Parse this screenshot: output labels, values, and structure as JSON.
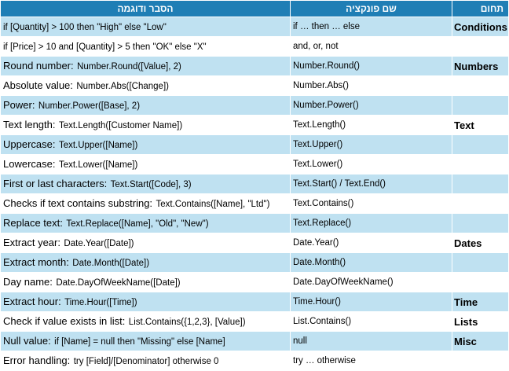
{
  "headers": {
    "description": "הסבר ודוגמה",
    "function_name": "שם פונקציה",
    "domain": "תחום"
  },
  "rows": [
    {
      "label": "",
      "example": "if [Quantity] > 100 then \"High\" else \"Low\"",
      "function": "if … then … else",
      "domain": "Conditions"
    },
    {
      "label": "",
      "example": "if [Price] > 10 and [Quantity] > 5 then \"OK\" else \"X\"",
      "function": "and, or, not",
      "domain": ""
    },
    {
      "label": "Round number:",
      "example": "Number.Round([Value], 2)",
      "function": "Number.Round()",
      "domain": "Numbers"
    },
    {
      "label": "Absolute value:",
      "example": "Number.Abs([Change])",
      "function": "Number.Abs()",
      "domain": ""
    },
    {
      "label": "Power:",
      "example": "Number.Power([Base], 2)",
      "function": "Number.Power()",
      "domain": ""
    },
    {
      "label": "Text length:",
      "example": "Text.Length([Customer Name])",
      "function": "Text.Length()",
      "domain": "Text"
    },
    {
      "label": "Uppercase:",
      "example": "Text.Upper([Name])",
      "function": "Text.Upper()",
      "domain": ""
    },
    {
      "label": "Lowercase:",
      "example": "Text.Lower([Name])",
      "function": "Text.Lower()",
      "domain": ""
    },
    {
      "label": "First or last characters:",
      "example": "Text.Start([Code], 3)",
      "function": "Text.Start() / Text.End()",
      "domain": ""
    },
    {
      "label": "Checks if text contains substring:",
      "example": "Text.Contains([Name], \"Ltd\")",
      "function": "Text.Contains()",
      "domain": ""
    },
    {
      "label": "Replace text:",
      "example": "Text.Replace([Name], \"Old\", \"New\")",
      "function": "Text.Replace()",
      "domain": ""
    },
    {
      "label": "Extract year:",
      "example": "Date.Year([Date])",
      "function": "Date.Year()",
      "domain": "Dates"
    },
    {
      "label": "Extract month:",
      "example": "Date.Month([Date])",
      "function": "Date.Month()",
      "domain": ""
    },
    {
      "label": "Day name:",
      "example": "Date.DayOfWeekName([Date])",
      "function": "Date.DayOfWeekName()",
      "domain": ""
    },
    {
      "label": "Extract hour:",
      "example": "Time.Hour([Time])",
      "function": "Time.Hour()",
      "domain": "Time"
    },
    {
      "label": "Check if value exists in list:",
      "example": "List.Contains({1,2,3}, [Value])",
      "function": "List.Contains()",
      "domain": "Lists"
    },
    {
      "label": "Null value:",
      "example": "if [Name] = null then \"Missing\" else [Name]",
      "function": "null",
      "domain": "Misc"
    },
    {
      "label": "Error handling:",
      "example": "try [Field]/[Denominator] otherwise 0",
      "function": "try … otherwise",
      "domain": ""
    }
  ]
}
